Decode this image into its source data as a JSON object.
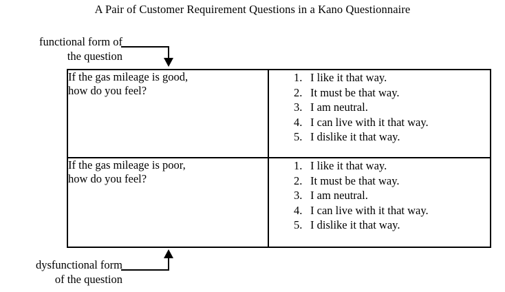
{
  "figure": {
    "title": "A Pair of Customer Requirement Questions in a Kano Questionnaire",
    "ink_color": "#000000",
    "background_color": "#ffffff"
  },
  "callouts": {
    "functional": {
      "line1": "functional form of",
      "line2": "the question"
    },
    "dysfunctional": {
      "line1": "dysfunctional form",
      "line2": "of the question"
    }
  },
  "table": {
    "rows": [
      {
        "form": "functional",
        "question": {
          "line1": "If the gas mileage is good,",
          "line2": "how do you feel?"
        },
        "answers": [
          "I like it that way.",
          "It must be that way.",
          "I am neutral.",
          "I can live with it that way.",
          "I dislike it that way."
        ]
      },
      {
        "form": "dysfunctional",
        "question": {
          "line1": "If the gas mileage is poor,",
          "line2": "how do you feel?"
        },
        "answers": [
          "I like it that way.",
          "It must be that way.",
          "I am neutral.",
          "I can live with it that way.",
          "I dislike it that way."
        ]
      }
    ]
  }
}
